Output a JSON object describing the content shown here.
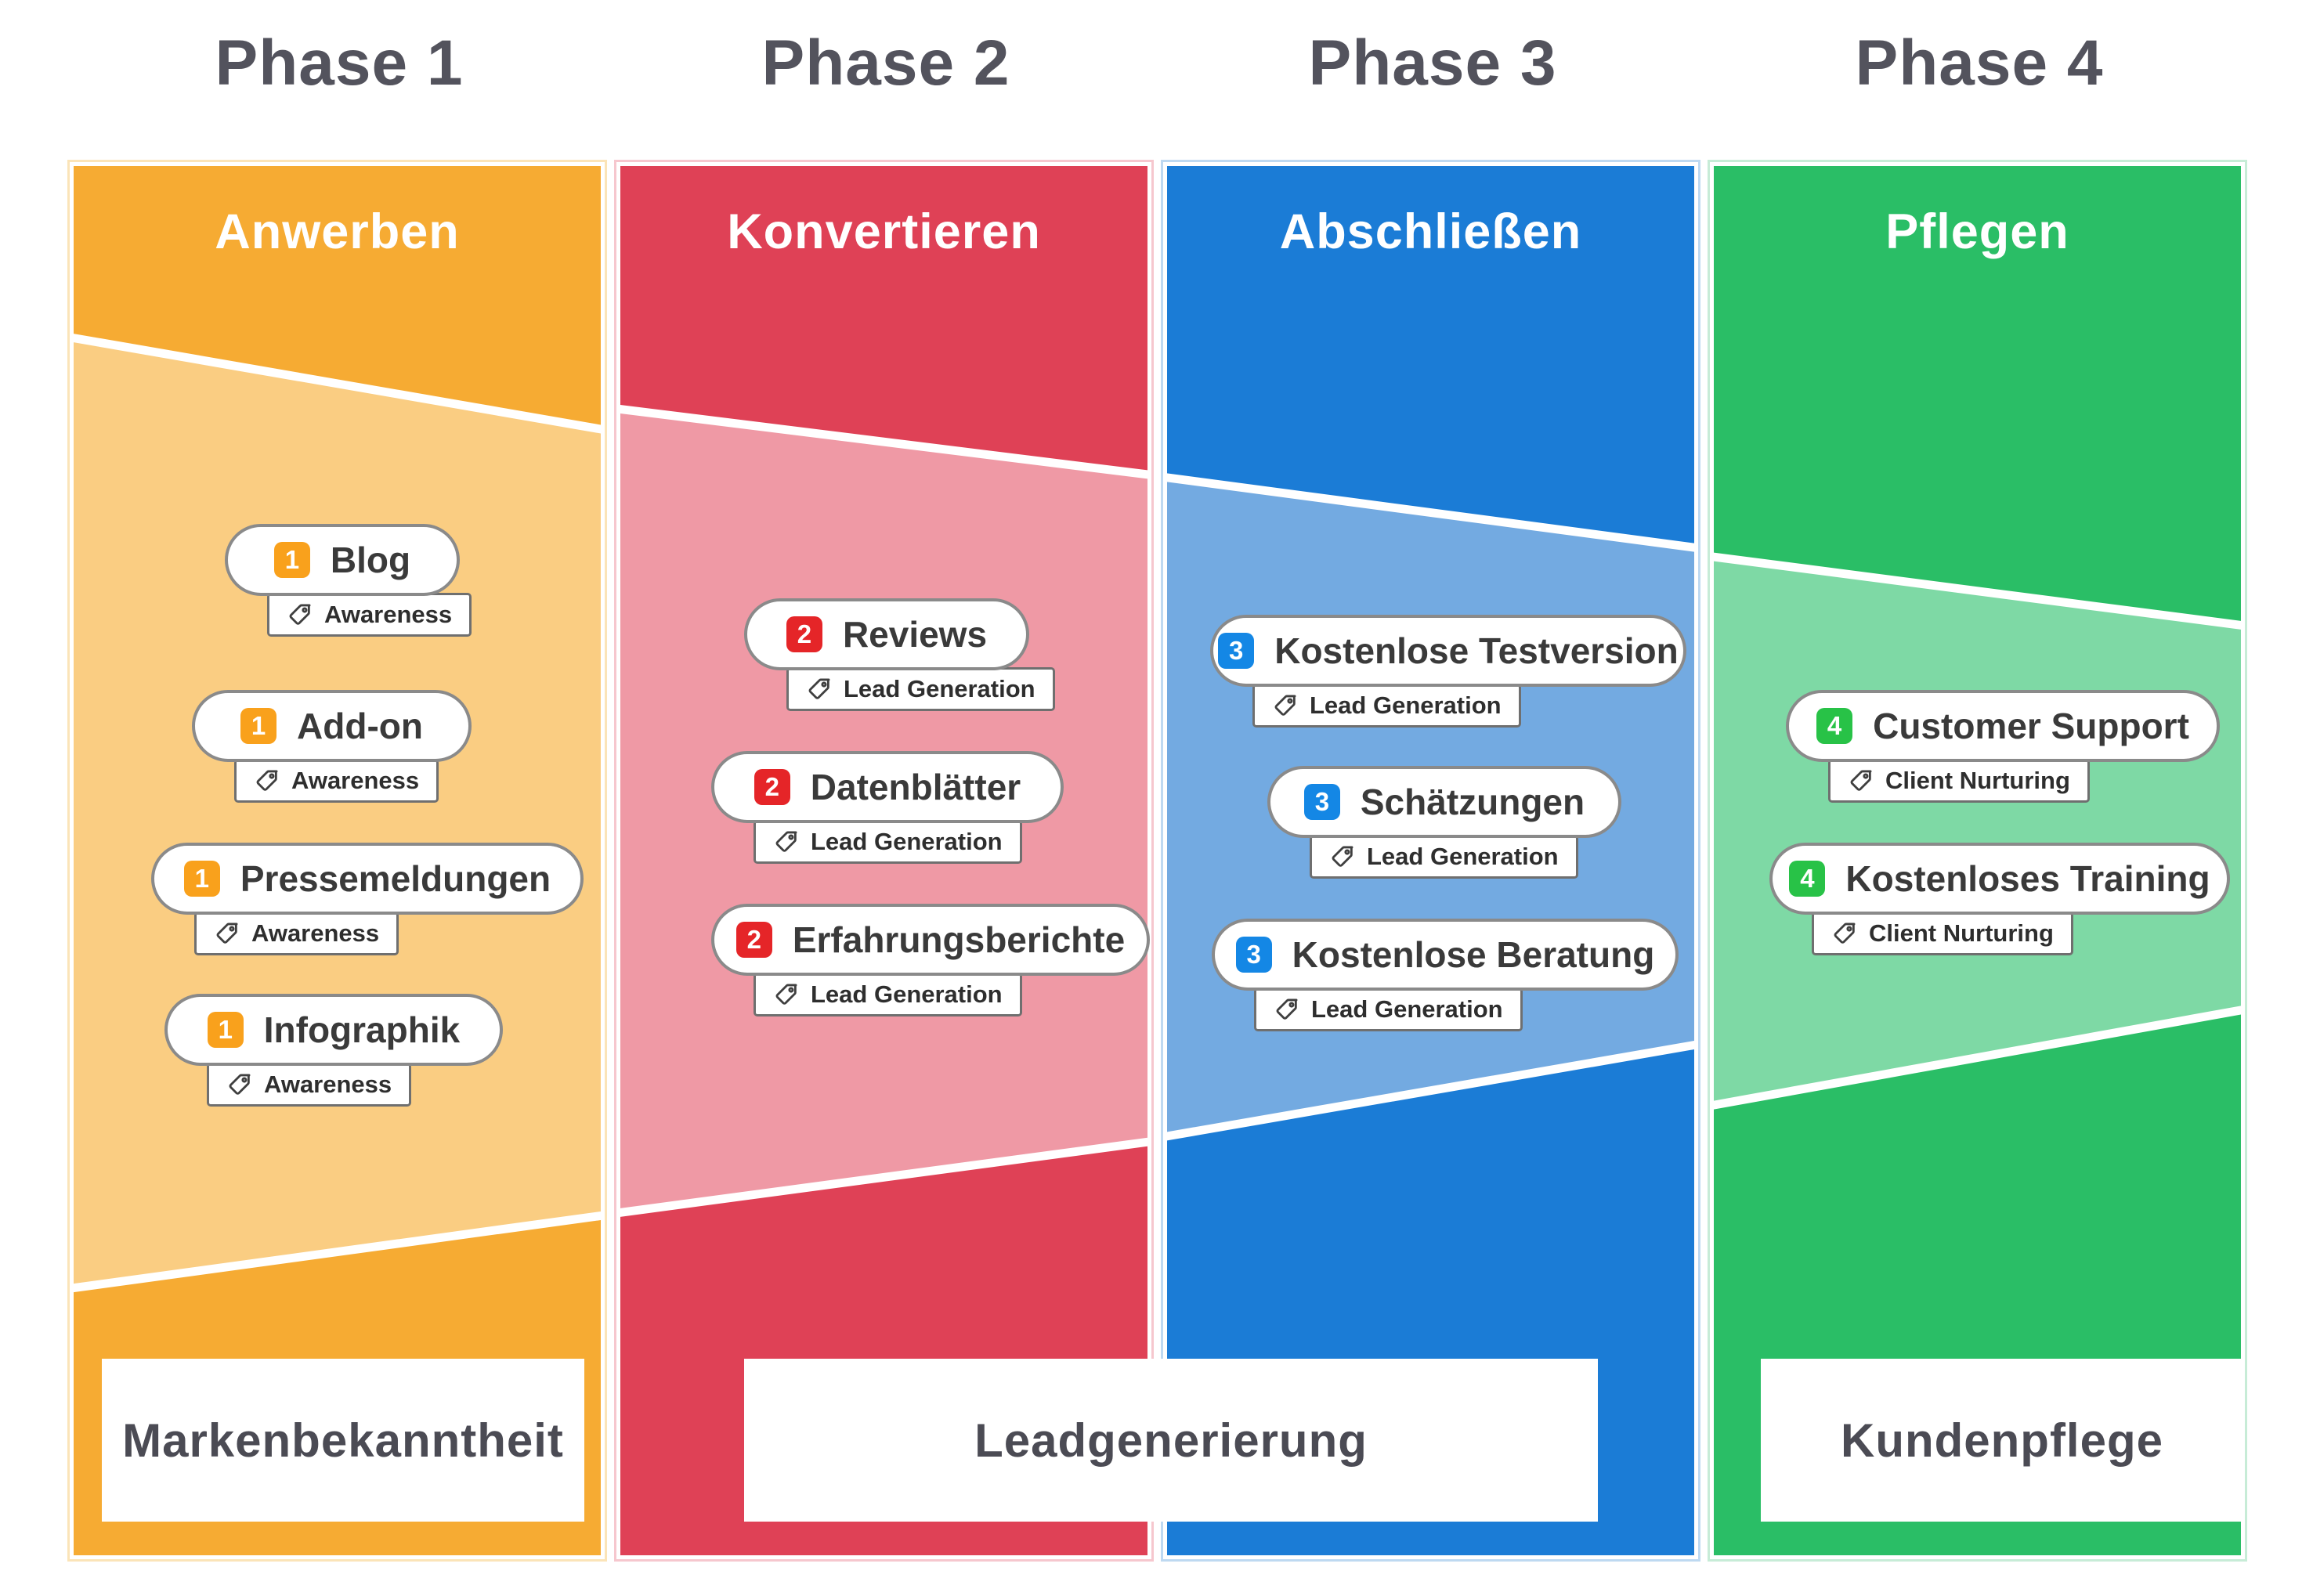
{
  "phases": [
    {
      "title": "Phase 1",
      "header": "Anwerben",
      "badge": "1",
      "colors": {
        "solid": "#F6AB33",
        "light": "#FACD82",
        "badge": "#F9A11C",
        "frame": "#FBE4B8"
      },
      "items": [
        {
          "label": "Blog",
          "tag": "Awareness"
        },
        {
          "label": "Add-on",
          "tag": "Awareness"
        },
        {
          "label": "Pressemeldungen",
          "tag": "Awareness"
        },
        {
          "label": "Infographik",
          "tag": "Awareness"
        }
      ]
    },
    {
      "title": "Phase 2",
      "header": "Konvertieren",
      "badge": "2",
      "colors": {
        "solid": "#DF4156",
        "light": "#EF99A5",
        "badge": "#E52528",
        "frame": "#F6C7CE"
      },
      "items": [
        {
          "label": "Reviews",
          "tag": "Lead Generation"
        },
        {
          "label": "Datenblätter",
          "tag": "Lead Generation"
        },
        {
          "label": "Erfahrungsberichte",
          "tag": "Lead Generation"
        }
      ]
    },
    {
      "title": "Phase 3",
      "header": "Abschließen",
      "badge": "3",
      "colors": {
        "solid": "#1B7CD6",
        "light": "#73AAE1",
        "badge": "#1487E5",
        "frame": "#BED9F1"
      },
      "items": [
        {
          "label": "Kostenlose Testversion",
          "tag": "Lead Generation"
        },
        {
          "label": "Schätzungen",
          "tag": "Lead Generation"
        },
        {
          "label": "Kostenlose Beratung",
          "tag": "Lead Generation"
        }
      ]
    },
    {
      "title": "Phase 4",
      "header": "Pflegen",
      "badge": "4",
      "colors": {
        "solid": "#2ABE66",
        "light": "#7ED9A5",
        "badge": "#28C247",
        "frame": "#C7ECD7"
      },
      "items": [
        {
          "label": "Customer Support",
          "tag": "Client Nurturing"
        },
        {
          "label": "Kostenloses Training",
          "tag": "Client Nurturing"
        }
      ]
    }
  ],
  "footers": [
    {
      "label": "Markenbekanntheit"
    },
    {
      "label": "Leadgenerierung"
    },
    {
      "label": "Kundenpflege"
    }
  ],
  "text_colors": {
    "phase_title": "#53535D",
    "item_label": "#3A3A3A",
    "tag_label": "#2E2E2E",
    "footer_label": "#4B4B54"
  }
}
